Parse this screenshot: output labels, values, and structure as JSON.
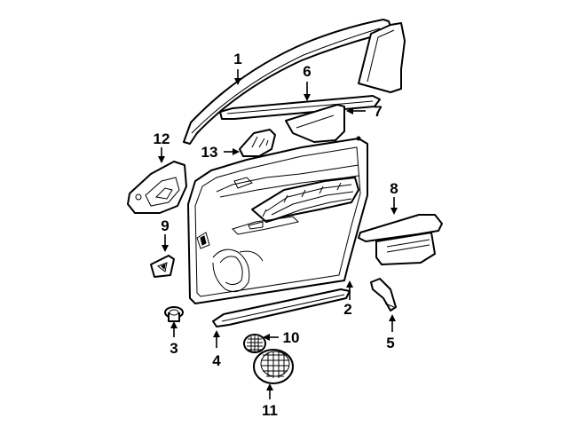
{
  "diagram": {
    "callouts": [
      {
        "id": "1",
        "label": "1"
      },
      {
        "id": "2",
        "label": "2"
      },
      {
        "id": "3",
        "label": "3"
      },
      {
        "id": "4",
        "label": "4"
      },
      {
        "id": "5",
        "label": "5"
      },
      {
        "id": "6",
        "label": "6"
      },
      {
        "id": "7",
        "label": "7"
      },
      {
        "id": "8",
        "label": "8"
      },
      {
        "id": "9",
        "label": "9"
      },
      {
        "id": "10",
        "label": "10"
      },
      {
        "id": "11",
        "label": "11"
      },
      {
        "id": "12",
        "label": "12"
      },
      {
        "id": "13",
        "label": "13"
      }
    ]
  }
}
